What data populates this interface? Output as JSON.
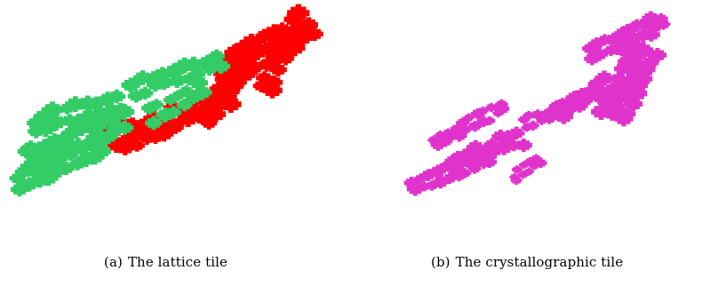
{
  "figure": {
    "colors": {
      "lattice_red": "#ff0000",
      "lattice_green": "#33cc66",
      "crystallographic": "#e033cc"
    },
    "subfigures": [
      {
        "tag": "(a)",
        "caption": "The lattice tile"
      },
      {
        "tag": "(b)",
        "caption": "The crystallographic tile"
      }
    ]
  }
}
